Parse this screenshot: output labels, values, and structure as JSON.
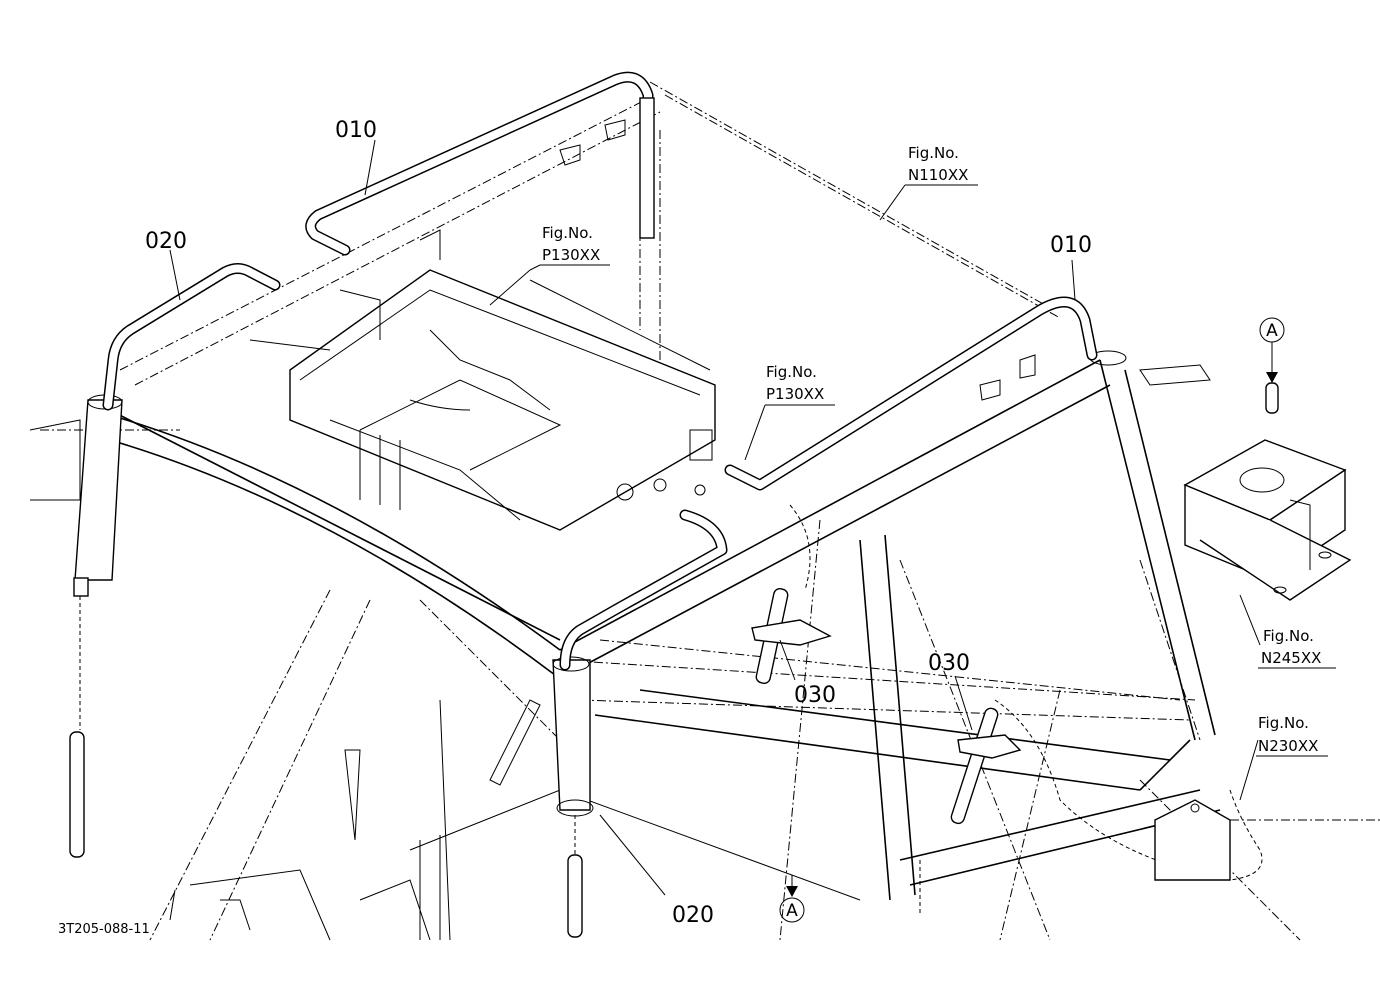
{
  "labels": {
    "tube_010_left": "010",
    "tube_010_right": "010",
    "tube_020_left": "020",
    "tube_020_bottom": "020",
    "clip_030_center": "030",
    "clip_030_right": "030",
    "fig_no_word": "Fig.No.",
    "fig_n110xx": "N110XX",
    "fig_p130xx_top": "P130XX",
    "fig_p130xx_mid": "P130XX",
    "fig_n245xx": "N245XX",
    "fig_n230xx": "N230XX",
    "ref_a_top": "A",
    "ref_a_bottom": "A",
    "drawing_code": "3T205-088-11"
  }
}
